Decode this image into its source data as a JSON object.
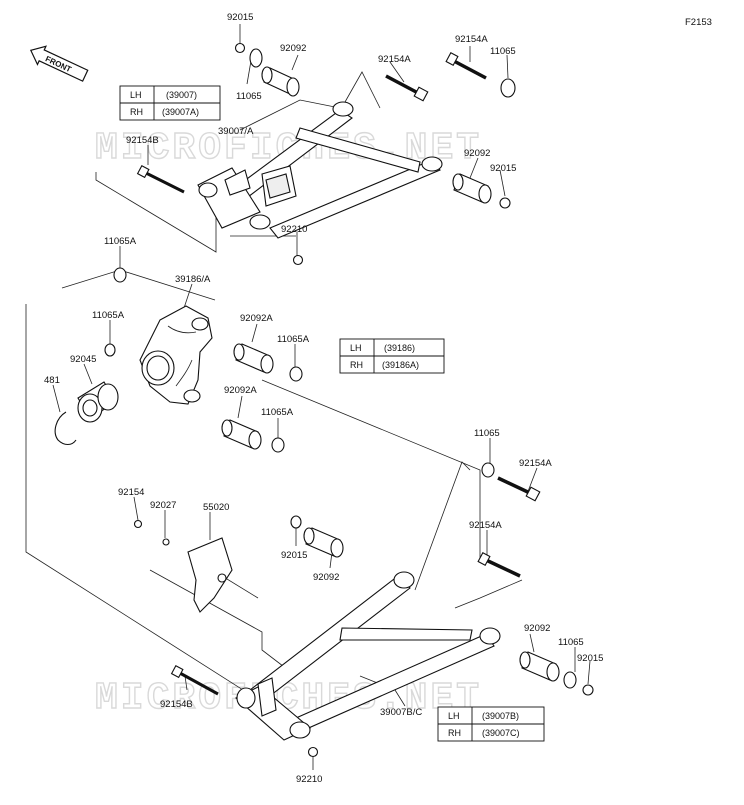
{
  "figure_code": "F2153",
  "front_label": "FRONT",
  "watermark": "MICROFICHES.NET",
  "labels": {
    "l_92015_top": "92015",
    "l_92092_top": "92092",
    "l_11065_top": "11065",
    "l_92154a_top": "92154A",
    "l_92154a_top2": "92154A",
    "l_11065_top2": "11065",
    "l_39007a": "39007/A",
    "l_92154b_top": "92154B",
    "l_92092_mid": "92092",
    "l_92015_mid": "92015",
    "l_92210_top": "92210",
    "l_11065a_1": "11065A",
    "l_39186a": "39186/A",
    "l_11065a_2": "11065A",
    "l_92092a_1": "92092A",
    "l_11065a_3": "11065A",
    "l_92045": "92045",
    "l_481": "481",
    "l_92092a_2": "92092A",
    "l_11065a_4": "11065A",
    "l_11065_low": "11065",
    "l_92154a_low": "92154A",
    "l_92154_guard": "92154",
    "l_92027": "92027",
    "l_55020": "55020",
    "l_92154a_low2": "92154A",
    "l_92015_low": "92015",
    "l_92092_low": "92092",
    "l_92092_low2": "92092",
    "l_11065_low2": "11065",
    "l_92015_low2": "92015",
    "l_92154b_low": "92154B",
    "l_39007bc": "39007B/C",
    "l_92210_low": "92210"
  },
  "tables": {
    "upper_arm": [
      {
        "side": "LH",
        "part": "(39007)"
      },
      {
        "side": "RH",
        "part": "(39007A)"
      }
    ],
    "knuckle": [
      {
        "side": "LH",
        "part": "(39186)"
      },
      {
        "side": "RH",
        "part": "(39186A)"
      }
    ],
    "lower_arm": [
      {
        "side": "LH",
        "part": "(39007B)"
      },
      {
        "side": "RH",
        "part": "(39007C)"
      }
    ]
  }
}
